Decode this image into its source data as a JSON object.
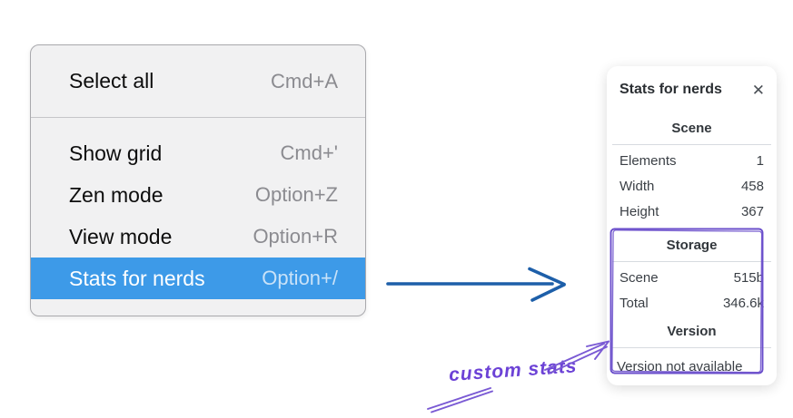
{
  "context_menu": {
    "sections": [
      {
        "items": [
          {
            "label": "Select all",
            "shortcut": "Cmd+A",
            "highlighted": false
          }
        ]
      },
      {
        "items": [
          {
            "label": "Show grid",
            "shortcut": "Cmd+'",
            "highlighted": false
          },
          {
            "label": "Zen mode",
            "shortcut": "Option+Z",
            "highlighted": false
          },
          {
            "label": "View mode",
            "shortcut": "Option+R",
            "highlighted": false
          },
          {
            "label": "Stats for nerds",
            "shortcut": "Option+/",
            "highlighted": true
          }
        ]
      }
    ]
  },
  "stats_panel": {
    "title": "Stats for nerds",
    "close_icon": "✕",
    "scene_section": {
      "heading": "Scene",
      "rows": [
        {
          "label": "Elements",
          "value": "1"
        },
        {
          "label": "Width",
          "value": "458"
        },
        {
          "label": "Height",
          "value": "367"
        }
      ]
    },
    "storage_section": {
      "heading": "Storage",
      "rows": [
        {
          "label": "Scene",
          "value": "515b"
        },
        {
          "label": "Total",
          "value": "346.6k"
        }
      ]
    },
    "version_section": {
      "heading": "Version",
      "note": "Version not available"
    }
  },
  "annotation": {
    "label": "custom stats"
  },
  "colors": {
    "menu_background": "#f1f1f2",
    "menu_highlight_blue": "#3d9ae8",
    "flow_arrow_blue": "#1d5fa9",
    "annotation_purple": "#6c4fd0",
    "panel_text": "#3a3f45"
  }
}
